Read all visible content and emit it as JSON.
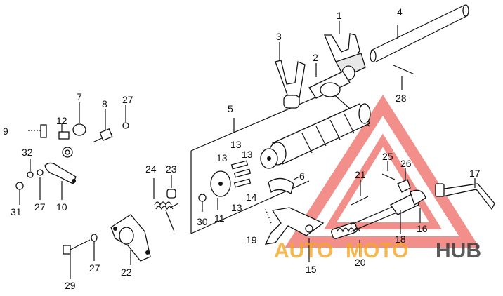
{
  "diagram": {
    "callouts": [
      {
        "id": "c1",
        "label": "1"
      },
      {
        "id": "c2",
        "label": "2"
      },
      {
        "id": "c3",
        "label": "3"
      },
      {
        "id": "c4",
        "label": "4"
      },
      {
        "id": "c5",
        "label": "5"
      },
      {
        "id": "c6",
        "label": "6"
      },
      {
        "id": "c7",
        "label": "7"
      },
      {
        "id": "c8",
        "label": "8"
      },
      {
        "id": "c9",
        "label": "9"
      },
      {
        "id": "c10",
        "label": "10"
      },
      {
        "id": "c11",
        "label": "11"
      },
      {
        "id": "c12",
        "label": "12"
      },
      {
        "id": "c13a",
        "label": "13"
      },
      {
        "id": "c13b",
        "label": "13"
      },
      {
        "id": "c13c",
        "label": "13"
      },
      {
        "id": "c13d",
        "label": "13"
      },
      {
        "id": "c14",
        "label": "14"
      },
      {
        "id": "c15",
        "label": "15"
      },
      {
        "id": "c16",
        "label": "16"
      },
      {
        "id": "c17",
        "label": "17"
      },
      {
        "id": "c18",
        "label": "18"
      },
      {
        "id": "c19",
        "label": "19"
      },
      {
        "id": "c20",
        "label": "20"
      },
      {
        "id": "c21",
        "label": "21"
      },
      {
        "id": "c22",
        "label": "22"
      },
      {
        "id": "c23",
        "label": "23"
      },
      {
        "id": "c24",
        "label": "24"
      },
      {
        "id": "c25",
        "label": "25"
      },
      {
        "id": "c26",
        "label": "26"
      },
      {
        "id": "c27a",
        "label": "27"
      },
      {
        "id": "c27b",
        "label": "27"
      },
      {
        "id": "c27c",
        "label": "27"
      },
      {
        "id": "c28",
        "label": "28"
      },
      {
        "id": "c29",
        "label": "29"
      },
      {
        "id": "c30",
        "label": "30"
      },
      {
        "id": "c31",
        "label": "31"
      },
      {
        "id": "c32",
        "label": "32"
      }
    ]
  },
  "watermark": {
    "text_auto": "AUTO",
    "text_moto": "MOTO",
    "text_hub": "HUB",
    "color_red": "#e8352b",
    "color_orange": "#f5a623",
    "color_dark": "#333333"
  }
}
